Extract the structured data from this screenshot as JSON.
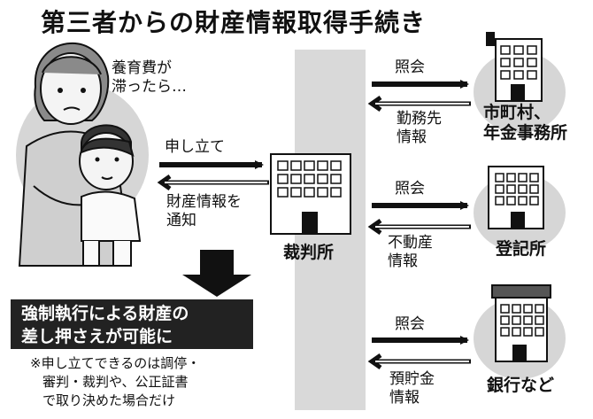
{
  "title": "第三者からの財産情報取得手続き",
  "thought": [
    "養育費が",
    "滞ったら…"
  ],
  "petition": "申し立て",
  "notify": [
    "財産情報を",
    "通知"
  ],
  "court": "裁判所",
  "result_box": [
    "強制執行による財産の",
    "差し押さえが可能に"
  ],
  "note": [
    "※申し立てできるのは調停・",
    "審判・裁判や、公正証書",
    "で取り決めた場合だけ"
  ],
  "rows": [
    {
      "query": "照会",
      "info": [
        "勤務先",
        "情報"
      ],
      "target": [
        "市町村、",
        "年金事務所"
      ]
    },
    {
      "query": "照会",
      "info": [
        "不動産",
        "情報"
      ],
      "target": [
        "登記所"
      ]
    },
    {
      "query": "照会",
      "info": [
        "預貯金",
        "情報"
      ],
      "target": [
        "銀行など"
      ]
    }
  ]
}
